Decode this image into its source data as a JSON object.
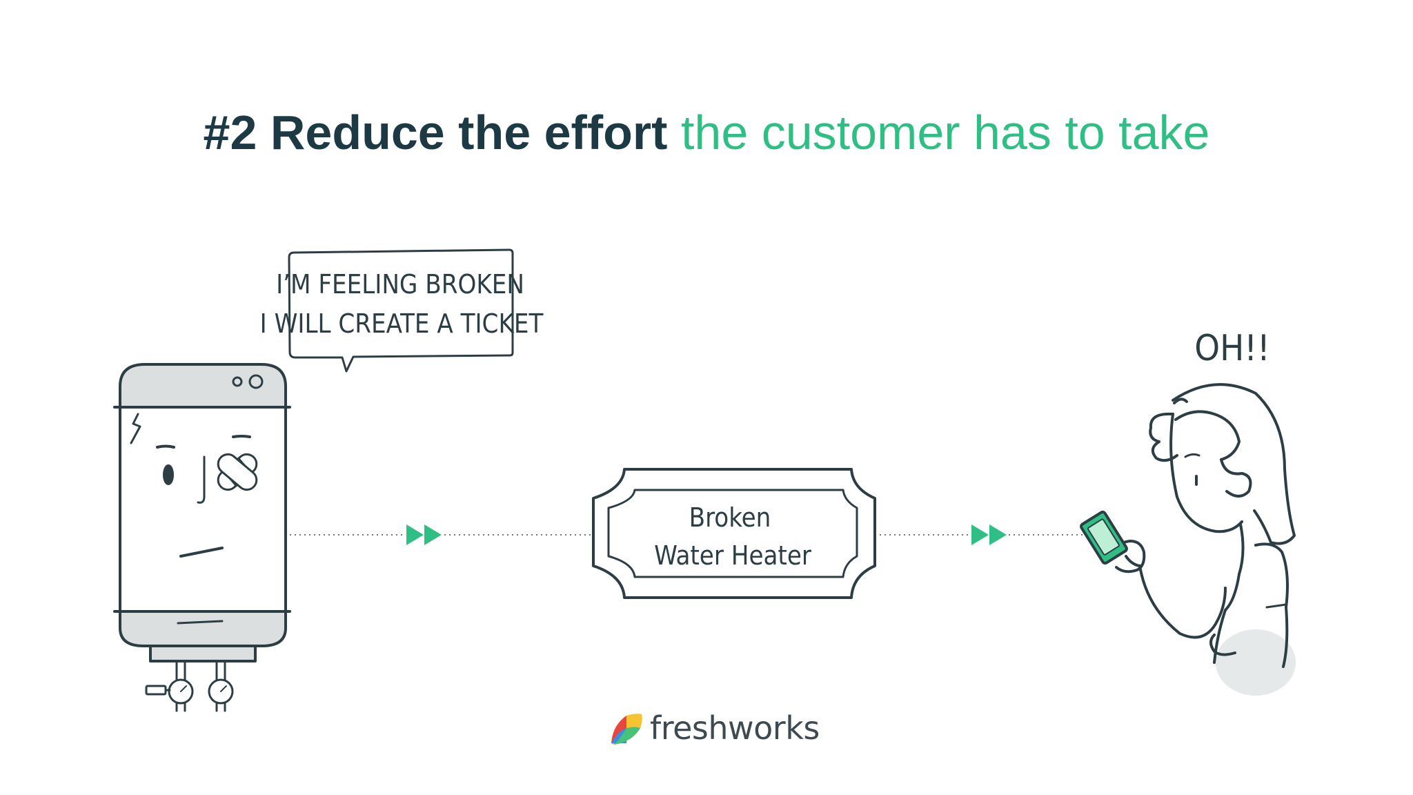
{
  "slide": {
    "title_bold": "#2 Reduce the effort",
    "title_light": "the customer has to take"
  },
  "speech_bubble": {
    "line1": "I’M FEELING BROKEN",
    "line2": "I WILL CREATE A TICKET"
  },
  "ticket": {
    "line1": "Broken",
    "line2": "Water Heater"
  },
  "customer": {
    "exclamation": "OH!!"
  },
  "brand": {
    "name": "freshworks"
  },
  "colors": {
    "title_dark": "#1d3a44",
    "title_accent": "#2fbf84",
    "arrow_green": "#2fbf84",
    "outline": "#2c3e44"
  }
}
